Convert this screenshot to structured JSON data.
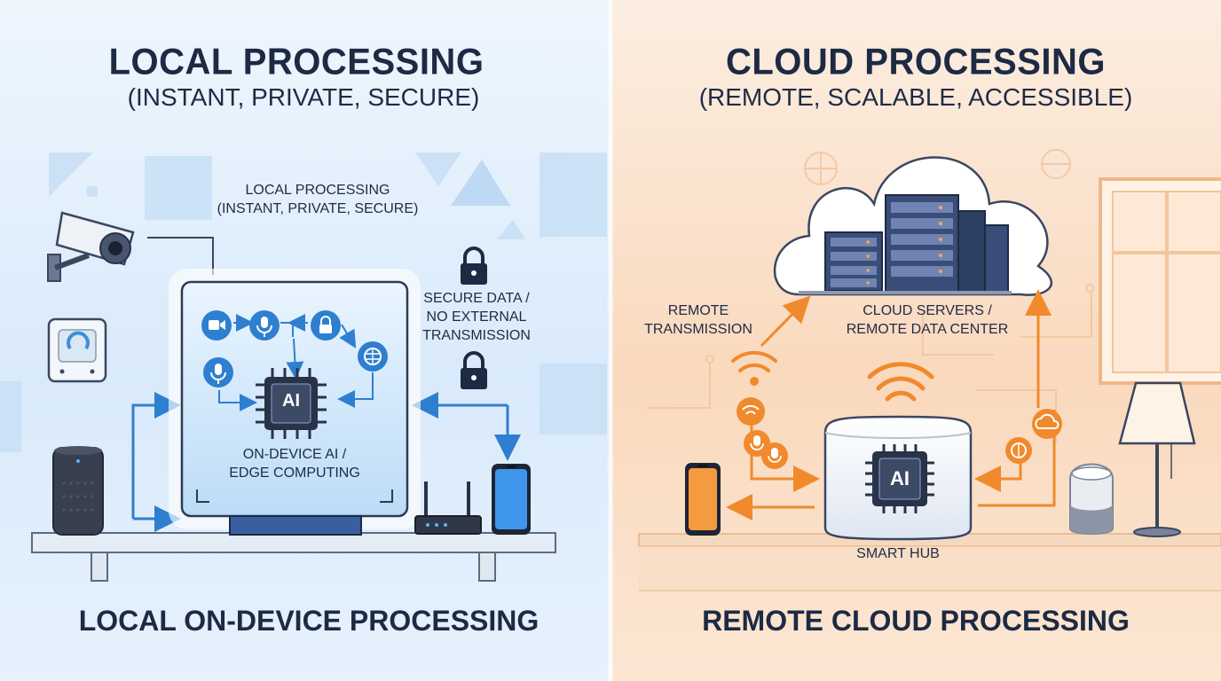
{
  "left": {
    "title": "LOCAL PROCESSING",
    "subtitle": "(INSTANT, PRIVATE, SECURE)",
    "inner_label_line1": "LOCAL PROCESSING",
    "inner_label_line2": "(INSTANT, PRIVATE, SECURE)",
    "secure_label_line1": "SECURE DATA /",
    "secure_label_line2": "NO EXTERNAL",
    "secure_label_line3": "TRANSMISSION",
    "edge_label_line1": "ON-DEVICE AI /",
    "edge_label_line2": "EDGE COMPUTING",
    "chip_text": "AI",
    "bottom_label": "LOCAL ON-DEVICE PROCESSING",
    "accent_color": "#2f7fd0"
  },
  "right": {
    "title": "CLOUD PROCESSING",
    "subtitle": "(REMOTE, SCALABLE, ACCESSIBLE)",
    "transmission_label_line1": "REMOTE",
    "transmission_label_line2": "TRANSMISSION",
    "servers_label_line1": "CLOUD SERVERS /",
    "servers_label_line2": "REMOTE DATA CENTER",
    "hub_label": "SMART HUB",
    "chip_text": "AI",
    "bottom_label": "REMOTE CLOUD PROCESSING",
    "accent_color": "#f08a2c"
  }
}
